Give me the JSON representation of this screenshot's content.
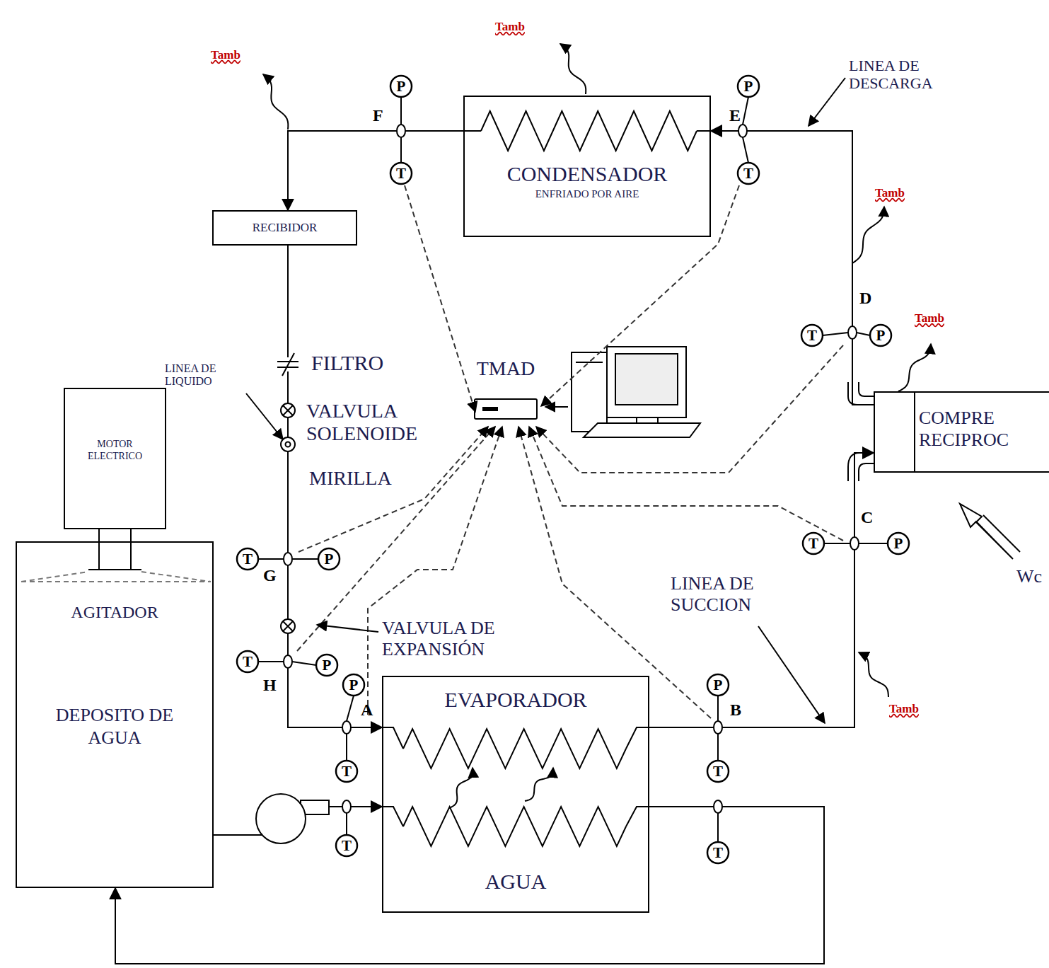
{
  "diagram": {
    "nodes": [
      {
        "text": [
          "CONDENSADOR",
          "ENFRIADO POR AIRE"
        ]
      },
      {
        "text": [
          "RECIBIDOR"
        ]
      },
      {
        "text": [
          "TMAD"
        ]
      },
      {
        "text": [
          "COMPRE RECIPROC"
        ]
      },
      {
        "text": [
          "MOTOR ELECTRICO"
        ]
      },
      {
        "text": [
          "AGITADOR",
          "DEPOSITO DE AGUA"
        ]
      },
      {
        "text": [
          "EVAPORADOR",
          "AGUA"
        ]
      }
    ],
    "edges": [
      {
        "from": 3,
        "to": 0,
        "arrow": "to"
      },
      {
        "from": 0,
        "to": 1,
        "arrow": "to"
      },
      {
        "from": 1,
        "to": 6,
        "arrow": "to"
      },
      {
        "from": 6,
        "to": 3,
        "arrow": "to"
      },
      {
        "from": 5,
        "to": 6,
        "arrow": "to"
      },
      {
        "from": 6,
        "to": 5,
        "arrow": "to"
      }
    ],
    "labels": [
      "Tamb",
      "Tamb",
      "Tamb",
      "Tamb",
      "Tamb",
      "LINEA DE DESCARGA",
      "F",
      "P",
      "T",
      "E",
      "P",
      "T",
      "D",
      "T",
      "P",
      "FILTRO",
      "LINEA DE LIQUIDO",
      "VALVULA SOLENOIDE",
      "MIRILLA",
      "C",
      "T",
      "P",
      "Wc",
      "G",
      "T",
      "P",
      "VALVULA DE EXPANSIÓN",
      "LINEA DE SUCCION",
      "H",
      "T",
      "P",
      "P",
      "A",
      "B",
      "P",
      "T",
      "T",
      "T",
      "T"
    ]
  }
}
